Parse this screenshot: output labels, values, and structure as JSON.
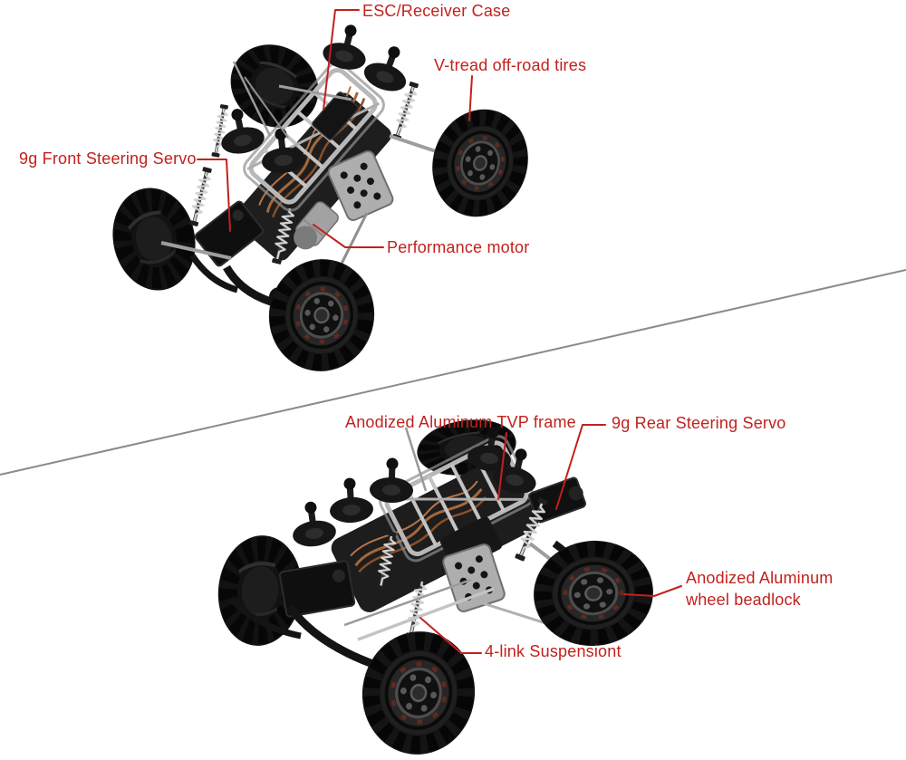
{
  "colors": {
    "label_red": "#c2211d",
    "divider_gray": "#8a8a8a",
    "background": "#ffffff"
  },
  "product": {
    "subject": "RC rock crawler chassis shown in two annotated views",
    "views": [
      "top-front view",
      "rear-side view"
    ]
  },
  "callouts": [
    {
      "id": "esc-receiver-case",
      "view": "top",
      "label": "ESC/Receiver Case"
    },
    {
      "id": "v-tread-tires",
      "view": "top",
      "label": "V-tread off-road tires"
    },
    {
      "id": "front-steering-servo",
      "view": "top",
      "label": "9g Front Steering Servo"
    },
    {
      "id": "performance-motor",
      "view": "top",
      "label": "Performance motor"
    },
    {
      "id": "tvp-frame",
      "view": "bottom",
      "label": "Anodized Aluminum TVP frame"
    },
    {
      "id": "rear-steering-servo",
      "view": "bottom",
      "label": "9g Rear Steering Servo"
    },
    {
      "id": "wheel-beadlock",
      "view": "bottom",
      "label": "Anodized Aluminum wheel beadlock"
    },
    {
      "id": "four-link-suspension",
      "view": "bottom",
      "label": "4-link Suspensiont"
    }
  ]
}
